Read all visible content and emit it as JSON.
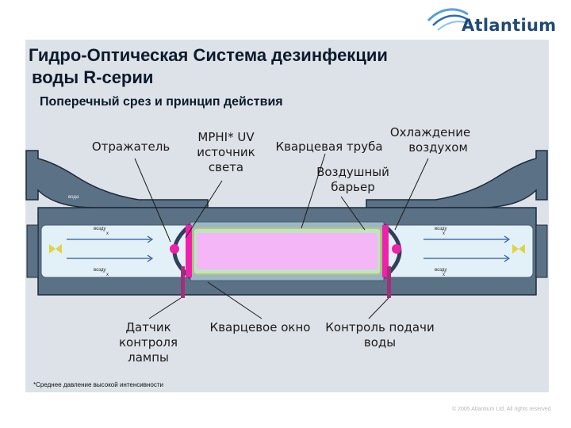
{
  "header": {
    "logo_text": "Atlantium",
    "title_line1": "Гидро-Оптическая Система дезинфекции",
    "title_line2": "воды R-серии",
    "subtitle": "Поперечный срез и принцип действия"
  },
  "labels": {
    "reflector": "Отражатель",
    "uv_source": [
      "MPHI* UV",
      "источник",
      "света"
    ],
    "quartz_tube": "Кварцевая труба",
    "air_cooling": [
      "Охлаждение",
      "воздухом"
    ],
    "air_barrier": [
      "Воздушный",
      "барьер"
    ],
    "water": "вода",
    "air_left_top": [
      "возду",
      "х"
    ],
    "air_left_bottom": [
      "возду",
      "х"
    ],
    "air_right_top": [
      "возду",
      "х"
    ],
    "air_right_bottom": [
      "возду",
      "х"
    ],
    "lamp_sensor": [
      "Датчик",
      "контроля",
      "лампы"
    ],
    "quartz_window": "Кварцевое окно",
    "water_feed_control": [
      "Контроль подачи",
      "воды"
    ]
  },
  "footnote": "*Среднее давление высокой интенсивности",
  "copyright": "© 2005 Atlantium Ltd. All rights reserved",
  "colors": {
    "panel": "#dde2e9",
    "pipe": "#5b7186",
    "chamber": "#e2f1f7",
    "quartz": "#f4b6f6",
    "magenta": "#ee22aa",
    "sensor": "#a0307a",
    "logo": "#1f4a78"
  }
}
